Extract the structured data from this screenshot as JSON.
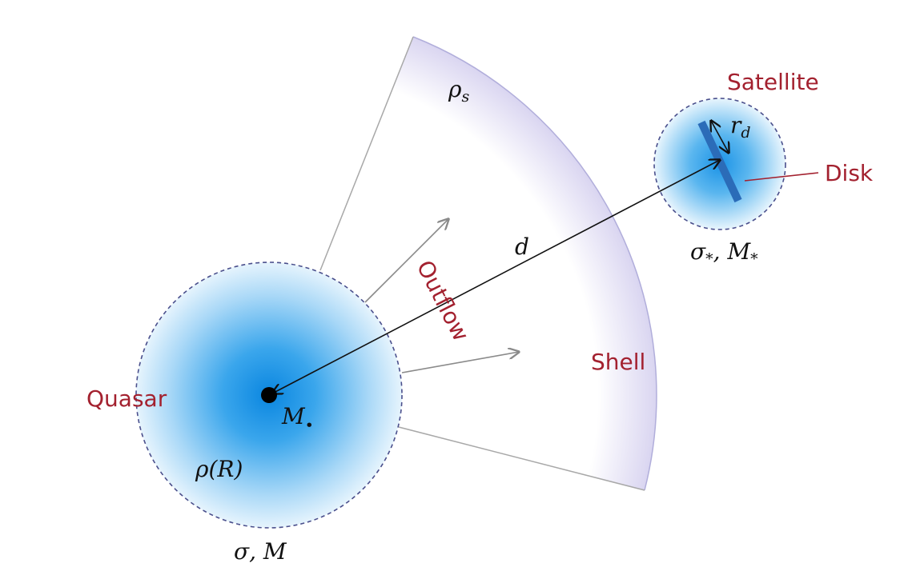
{
  "diagram": {
    "labels": {
      "quasar": "Quasar",
      "satellite": "Satellite",
      "disk": "Disk",
      "shell": "Shell",
      "outflow": "Outflow"
    },
    "math": {
      "rho_s": {
        "base": "ρ",
        "sub": "s"
      },
      "r_d": {
        "base": "r",
        "sub": "d"
      },
      "d": "d",
      "black_hole_mass": {
        "base": "M",
        "sub": "•"
      },
      "quasar_density": "ρ(R)",
      "quasar_params": "σ, M",
      "satellite_params": {
        "sigma": "σ",
        "sigma_sub": "*",
        "sep": ", ",
        "mass": "M",
        "mass_sub": "*"
      }
    },
    "colors": {
      "label_red": "#a3212f",
      "halo_blue": "#1e9be6",
      "shell_purple": "#b7b3e0",
      "disk_blue": "#2b6cb8",
      "dashed_outline": "#4a4f8c"
    }
  }
}
